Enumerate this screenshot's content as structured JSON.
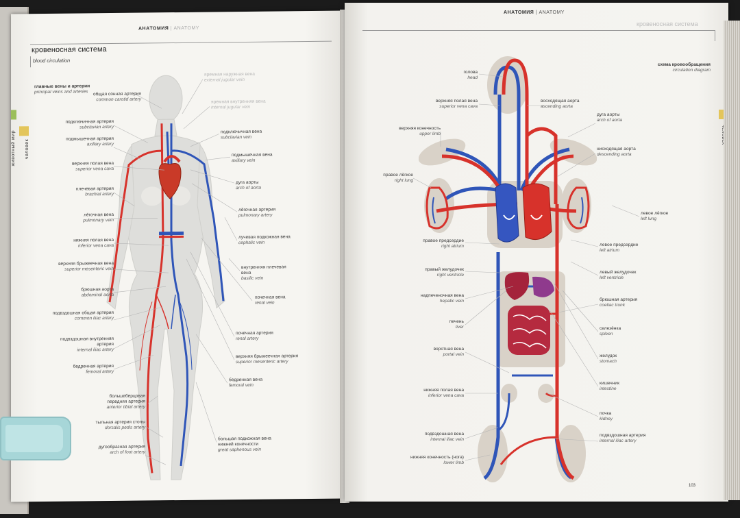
{
  "left_page": {
    "header": {
      "ru": "АНАТОМИЯ",
      "en": "ANATOMY"
    },
    "section": {
      "title": "кровеносная система",
      "subtitle": "blood circulation"
    },
    "subhead": {
      "ru": "главные вены и артерии",
      "en": "principal veins and arteries"
    },
    "side_tabs": {
      "top": "животный мир",
      "bottom": "человек"
    },
    "labels_left": [
      {
        "ru": "общая сонная артерия",
        "en": "common carotid artery"
      },
      {
        "ru": "подключичная артерия",
        "en": "subclavian artery"
      },
      {
        "ru": "подмышечная артерия",
        "en": "axillary artery"
      },
      {
        "ru": "верхняя полая вена",
        "en": "superior vena cava"
      },
      {
        "ru": "плечевая артерия",
        "en": "brachial artery"
      },
      {
        "ru": "лёгочная вена",
        "en": "pulmonary vein"
      },
      {
        "ru": "нижняя полая вена",
        "en": "inferior vena cava"
      },
      {
        "ru": "верхняя брыжеечная вена",
        "en": "superior mesenteric vein"
      },
      {
        "ru": "брюшная аорта",
        "en": "abdominal aorta"
      },
      {
        "ru": "подвздошная общая артерия",
        "en": "common iliac artery"
      },
      {
        "ru": "подвздошная внутренняя артерия",
        "en": "internal iliac artery"
      },
      {
        "ru": "бедренная артерия",
        "en": "femoral artery"
      },
      {
        "ru": "большеберцовая передняя артерия",
        "en": "anterior tibial artery"
      },
      {
        "ru": "тыльная артерия стопы",
        "en": "dorsalis pedis artery"
      },
      {
        "ru": "дугообразная артерия",
        "en": "arch of foot artery"
      }
    ],
    "labels_right": [
      {
        "ru": "яремная наружная вена",
        "en": "external jugular vein"
      },
      {
        "ru": "яремная внутренняя вена",
        "en": "internal jugular vein"
      },
      {
        "ru": "подключичная вена",
        "en": "subclavian vein"
      },
      {
        "ru": "подмышечная вена",
        "en": "axillary vein"
      },
      {
        "ru": "дуга аорты",
        "en": "arch of aorta"
      },
      {
        "ru": "лёгочная артерия",
        "en": "pulmonary artery"
      },
      {
        "ru": "лучевая подкожная вена",
        "en": "cephalic vein"
      },
      {
        "ru": "внутренняя плечевая вена",
        "en": "basilic vein"
      },
      {
        "ru": "почечная вена",
        "en": "renal vein"
      },
      {
        "ru": "почечная артерия",
        "en": "renal artery"
      },
      {
        "ru": "верхняя брыжеечная артерия",
        "en": "superior mesenteric artery"
      },
      {
        "ru": "бедренная вена",
        "en": "femoral vein"
      },
      {
        "ru": "большая подкожная вена нижней конечности",
        "en": "great saphenous vein"
      }
    ]
  },
  "right_page": {
    "header": {
      "ru": "АНАТОМИЯ",
      "en": "ANATOMY"
    },
    "section": {
      "title": "кровеносная система"
    },
    "subhead": {
      "ru": "схема кровообращения",
      "en": "circulation diagram"
    },
    "side_tab": "человек",
    "page_number": "103",
    "labels_left": [
      {
        "ru": "голова",
        "en": "head"
      },
      {
        "ru": "верхняя полая вена",
        "en": "superior vena cava"
      },
      {
        "ru": "верхняя конечность",
        "en": "upper limb"
      },
      {
        "ru": "правое лёгкое",
        "en": "right lung"
      },
      {
        "ru": "правое предсердие",
        "en": "right atrium"
      },
      {
        "ru": "правый желудочек",
        "en": "right ventricle"
      },
      {
        "ru": "надпеченочная вена",
        "en": "hepatic vein"
      },
      {
        "ru": "печень",
        "en": "liver"
      },
      {
        "ru": "воротная вена",
        "en": "portal vein"
      },
      {
        "ru": "нижняя полая вена",
        "en": "inferior vena cava"
      },
      {
        "ru": "подвздошная вена",
        "en": "internal iliac vein"
      },
      {
        "ru": "нижняя конечность (нога)",
        "en": "lower limb"
      }
    ],
    "labels_right": [
      {
        "ru": "восходящая аорта",
        "en": "ascending aorta"
      },
      {
        "ru": "дуга аорты",
        "en": "arch of aorta"
      },
      {
        "ru": "нисходящая аорта",
        "en": "descending aorta"
      },
      {
        "ru": "левое лёгкое",
        "en": "left lung"
      },
      {
        "ru": "левое предсердие",
        "en": "left atrium"
      },
      {
        "ru": "левый желудочек",
        "en": "left ventricle"
      },
      {
        "ru": "брюшная артерия",
        "en": "coeliac trunk"
      },
      {
        "ru": "селезёнка",
        "en": "spleen"
      },
      {
        "ru": "желудок",
        "en": "stomach"
      },
      {
        "ru": "кишечник",
        "en": "intestine"
      },
      {
        "ru": "почка",
        "en": "kidney"
      },
      {
        "ru": "подвздошная артерия",
        "en": "internal iliac artery"
      }
    ]
  },
  "colors": {
    "artery": "#d7322b",
    "vein": "#2f55b8",
    "organ_bg": "#d9d2c8",
    "page": "#f4f3ef"
  }
}
